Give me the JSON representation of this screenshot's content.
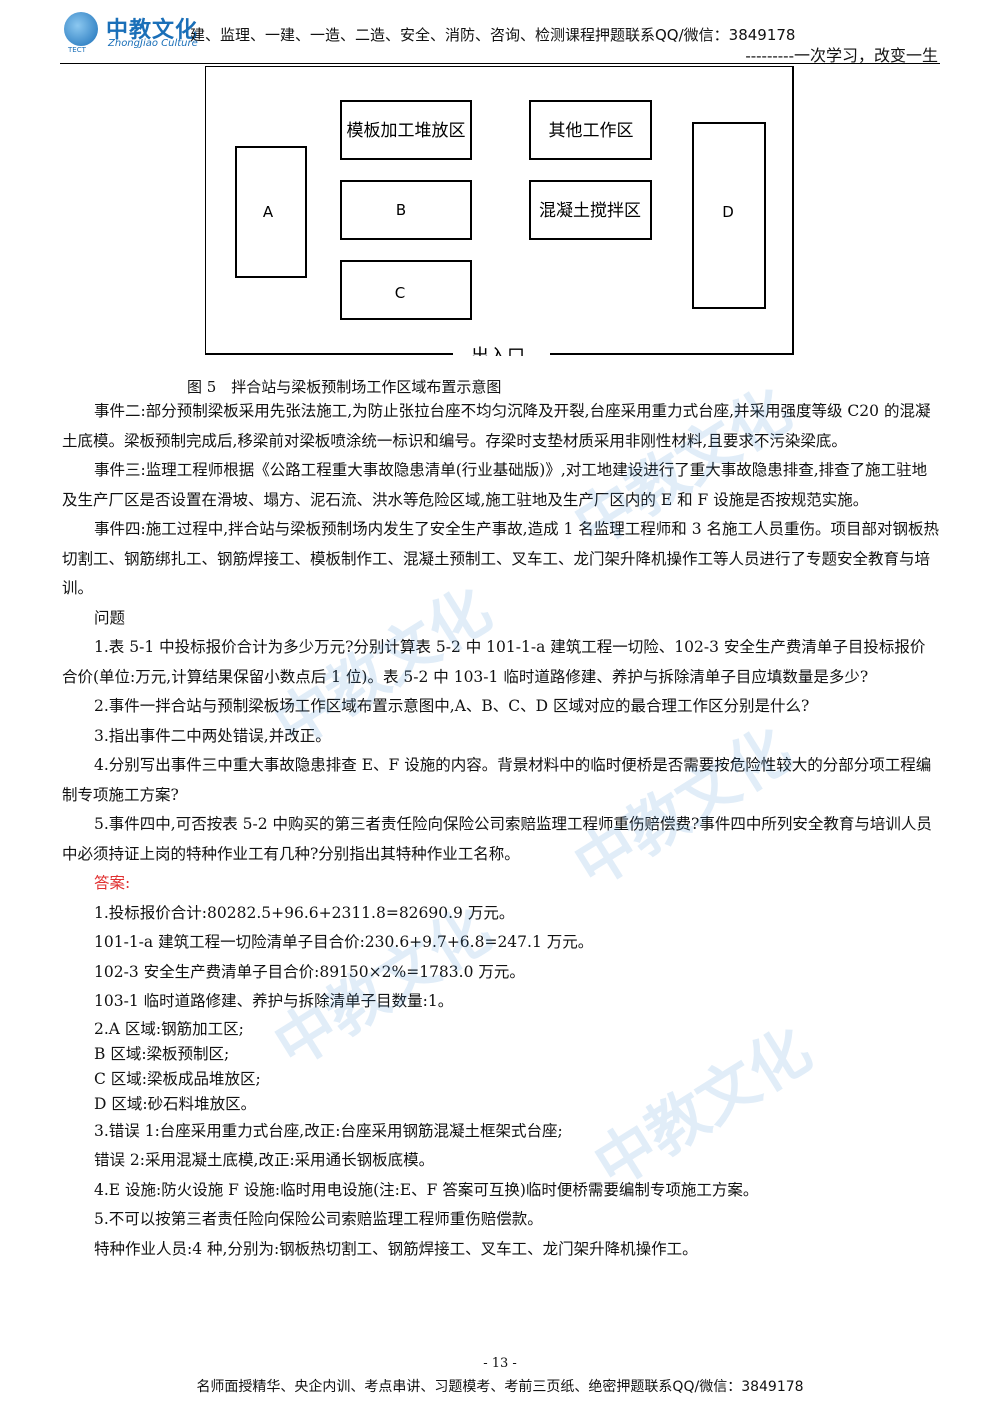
{
  "header": {
    "brand_cn": "中教文化",
    "brand_en": "ZhongJiao Culture",
    "logo_small": "TECT",
    "line1": "建、监理、一建、一造、二造、安全、消防、咨询、检测课程押题联系QQ/微信：3849178",
    "line2": "---------一次学习，改变一生"
  },
  "diagram": {
    "zones": {
      "formwork": "模板加工堆放区",
      "other": "其他工作区",
      "concrete": "混凝土搅拌区",
      "a": "A",
      "b": "B",
      "c": "C",
      "d": "D"
    },
    "exit": "出入口"
  },
  "figure_caption": "图 5　拌合站与梁板预制场工作区域布置示意图",
  "paragraphs": {
    "p1": "事件二:部分预制梁板采用先张法施工,为防止张拉台座不均匀沉降及开裂,台座采用重力式台座,并采用强度等级 C20 的混凝土底模。梁板预制完成后,移梁前对梁板喷涂统一标识和编号。存梁时支垫材质采用非刚性材料,且要求不污染梁底。",
    "p2": "事件三:监理工程师根据《公路工程重大事故隐患清单(行业基础版)》,对工地建设进行了重大事故隐患排查,排查了施工驻地及生产厂区是否设置在滑坡、塌方、泥石流、洪水等危险区域,施工驻地及生产厂区内的 E 和 F 设施是否按规范实施。",
    "p3": "事件四:施工过程中,拌合站与梁板预制场内发生了安全生产事故,造成 1 名监理工程师和 3 名施工人员重伤。项目部对钢板热切割工、钢筋绑扎工、钢筋焊接工、模板制作工、混凝土预制工、叉车工、龙门架升降机操作工等人员进行了专题安全教育与培训。",
    "q_title": "问题",
    "q1": "1.表 5-1 中投标报价合计为多少万元?分别计算表 5-2 中 101-1-a 建筑工程一切险、102-3 安全生产费清单子目投标报价合价(单位:万元,计算结果保留小数点后 1 位)。表 5-2 中 103-1 临时道路修建、养护与拆除清单子目应填数量是多少?",
    "q2": "2.事件一拌合站与预制梁板场工作区域布置示意图中,A、B、C、D 区域对应的最合理工作区分别是什么?",
    "q3": "3.指出事件二中两处错误,并改正。",
    "q4": "4.分别写出事件三中重大事故隐患排查 E、F 设施的内容。背景材料中的临时便桥是否需要按危险性较大的分部分项工程编制专项施工方案?",
    "q5": "5.事件四中,可否按表 5-2 中购买的第三者责任险向保险公司索赔监理工程师重伤赔偿费?事件四中所列安全教育与培训人员中必须持证上岗的特种作业工有几种?分别指出其特种作业工名称。",
    "answer_label": "答案:",
    "a1": "1.投标报价合计:80282.5+96.6+2311.8=82690.9 万元。",
    "a1b": "101-1-a 建筑工程一切险清单子目合价:230.6+9.7+6.8=247.1 万元。",
    "a1c": "102-3 安全生产费清单子目合价:89150×2%=1783.0 万元。",
    "a1d": "103-1 临时道路修建、养护与拆除清单子目数量:1。",
    "a2": "2.A 区域:钢筋加工区;",
    "a2b": "B 区域:梁板预制区;",
    "a2c": "C 区域:梁板成品堆放区;",
    "a2d": "D 区域:砂石料堆放区。",
    "a3": "3.错误 1:台座采用重力式台座,改正:台座采用钢筋混凝土框架式台座;",
    "a3b": "错误 2:采用混凝土底模,改正:采用通长钢板底模。",
    "a4": "4.E 设施:防火设施 F 设施:临时用电设施(注:E、F 答案可互换)临时便桥需要编制专项施工方案。",
    "a5": "5.不可以按第三者责任险向保险公司索赔监理工程师重伤赔偿款。",
    "a5b": "特种作业人员:4 种,分别为:钢板热切割工、钢筋焊接工、叉车工、龙门架升降机操作工。"
  },
  "page_number": "- 13 -",
  "footer": "名师面授精华、央企内训、考点串讲、习题模考、考前三页纸、绝密押题联系QQ/微信：3849178",
  "watermark": "中教文化"
}
